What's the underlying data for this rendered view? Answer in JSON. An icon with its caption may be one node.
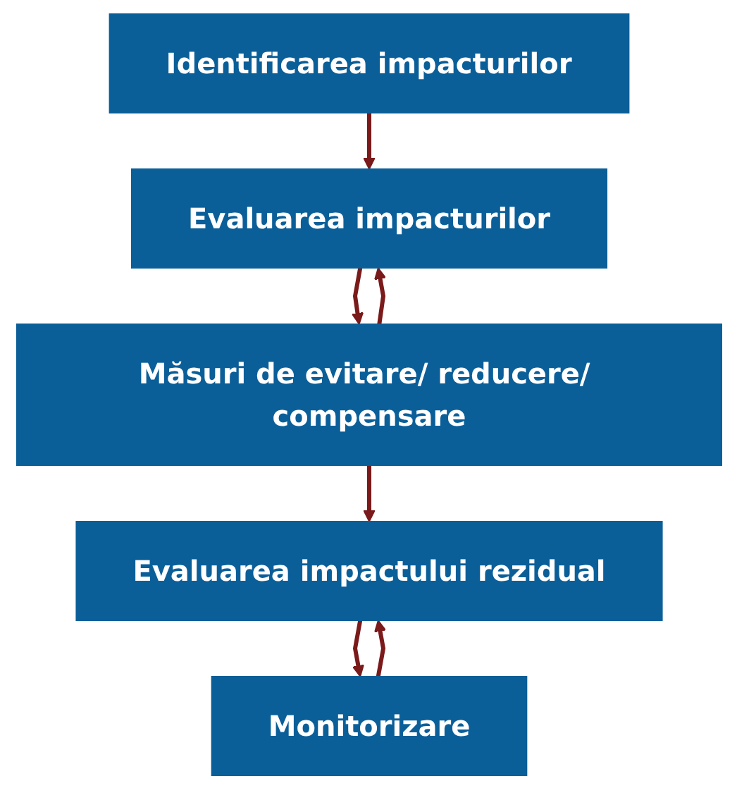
{
  "diagram": {
    "nodes": [
      {
        "text": [
          "Identificarea impacturilor"
        ]
      },
      {
        "text": [
          "Evaluarea impacturilor"
        ]
      },
      {
        "text": [
          "Măsuri de evitare/ reducere/ compensare"
        ]
      },
      {
        "text": [
          "Evaluarea impactului rezidual"
        ]
      },
      {
        "text": [
          "Monitorizare"
        ]
      }
    ],
    "edges": [
      {
        "from": 0,
        "to": 1,
        "arrow": "to"
      },
      {
        "from": 1,
        "to": 2,
        "arrow": "to"
      },
      {
        "from": 2,
        "to": 1,
        "arrow": "to"
      },
      {
        "from": 2,
        "to": 3,
        "arrow": "to"
      },
      {
        "from": 3,
        "to": 4,
        "arrow": "to"
      },
      {
        "from": 4,
        "to": 3,
        "arrow": "to"
      }
    ]
  }
}
